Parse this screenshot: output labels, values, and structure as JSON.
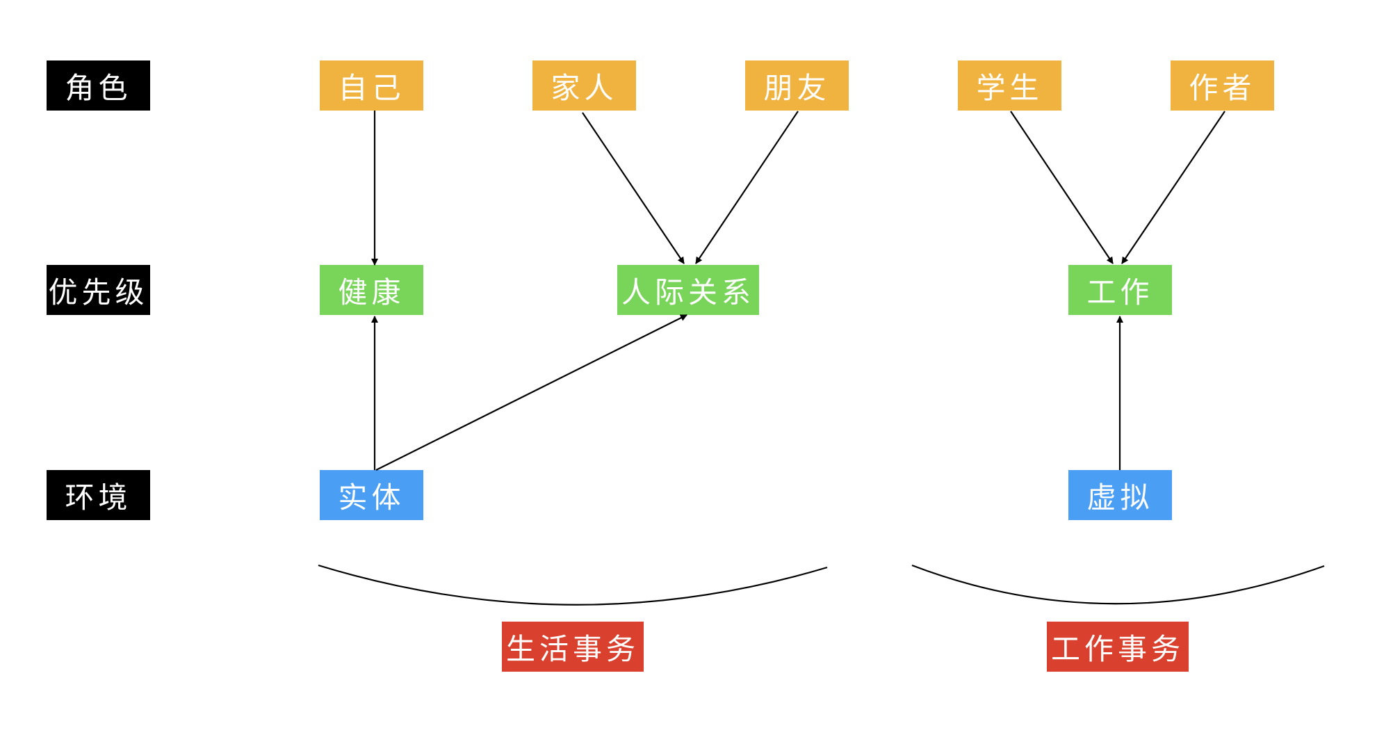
{
  "rows": {
    "role": "角色",
    "priority": "优先级",
    "environment": "环境"
  },
  "roles": {
    "self": "自己",
    "family": "家人",
    "friend": "朋友",
    "student": "学生",
    "author": "作者"
  },
  "priorities": {
    "health": "健康",
    "relationships": "人际关系",
    "work": "工作"
  },
  "environments": {
    "physical": "实体",
    "virtual": "虚拟"
  },
  "groups": {
    "life": "生活事务",
    "work": "工作事务"
  },
  "colors": {
    "role": "#f0b33f",
    "priority": "#79d45a",
    "environment": "#4a9ff5",
    "group": "#d9402e",
    "row_label": "#000000"
  }
}
